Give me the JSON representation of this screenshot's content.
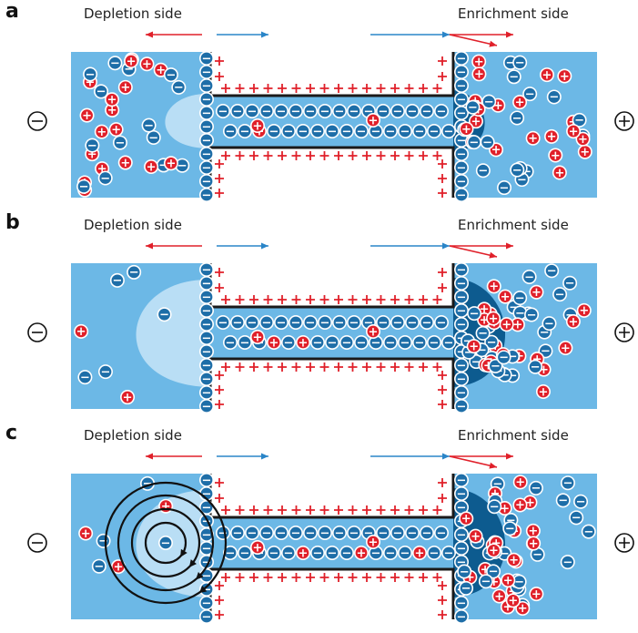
{
  "panels": [
    {
      "letter": "a",
      "depletion_label": "Depletion side",
      "enrichment_label": "Enrichment side",
      "variant": "a"
    },
    {
      "letter": "b",
      "depletion_label": "Depletion side",
      "enrichment_label": "Enrichment side",
      "variant": "b"
    },
    {
      "letter": "c",
      "depletion_label": "Depletion side",
      "enrichment_label": "Enrichment side",
      "variant": "c"
    }
  ],
  "symbols": {
    "left_electrode": "−",
    "right_electrode": "+",
    "anion": "−",
    "cation": "+"
  },
  "colors": {
    "bulk": "#6cb8e6",
    "depleted_zone": "#b9def5",
    "enriched_zone": "#0d5b8f",
    "anion": "#1e6ea8",
    "cation": "#e0202a",
    "wall": "#1a1a1a",
    "surface_charge": "#e0202a",
    "flow_arrow_blue": "#2a85c8",
    "flow_arrow_red": "#e0202a"
  }
}
